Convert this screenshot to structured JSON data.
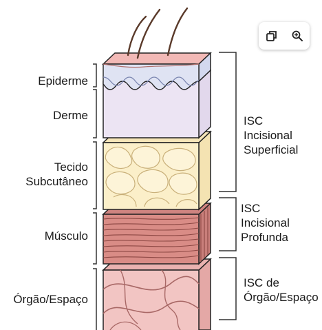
{
  "layers_left": {
    "epiderme": "Epiderme",
    "derme": "Derme",
    "tecido_line1": "Tecido",
    "tecido_line2": "Subcutâneo",
    "musculo": "Músculo",
    "orgao": "Órgão/Espaço"
  },
  "categories_right": {
    "superficial_line1": "ISC",
    "superficial_line2": "Incisional",
    "superficial_line3": "Superficial",
    "profunda_line1": "ISC",
    "profunda_line2": "Incisional",
    "profunda_line3": "Profunda",
    "orgao_line1": "ISC de",
    "orgao_line2": "Órgão/Espaço"
  },
  "toolbar": {
    "buttons": [
      "open-in-new-icon",
      "zoom-in-icon"
    ]
  },
  "colors": {
    "epidermis_top": "#f2b9b6",
    "epidermis": "#dfe3f3",
    "dermis": "#ece4f3",
    "subcutaneous": "#fbefc9",
    "muscle": "#d98c86",
    "organ": "#f2c5c3",
    "hair": "#5a3a2a"
  }
}
